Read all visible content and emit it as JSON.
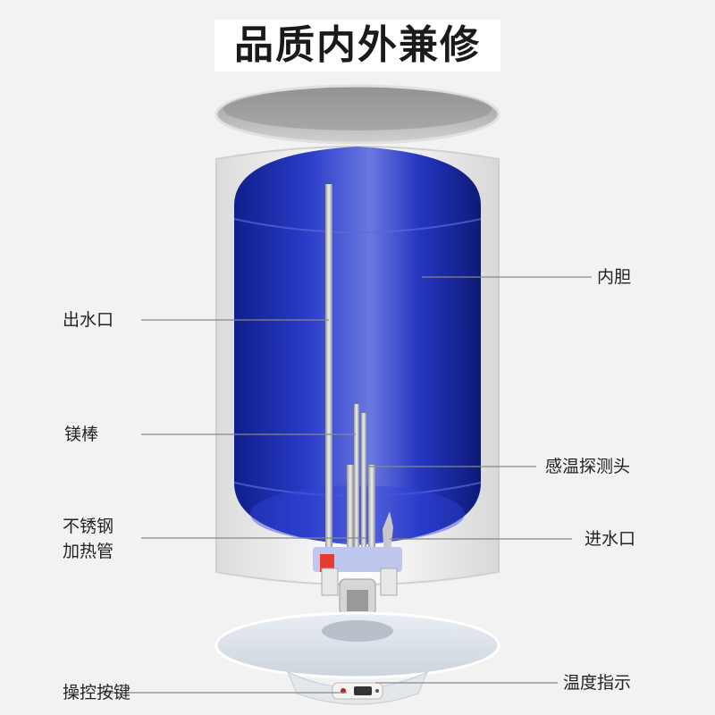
{
  "title": "品质内外兼修",
  "labels": {
    "outlet": "出水口",
    "magnesium_rod": "镁棒",
    "heater_line1": "不锈钢",
    "heater_line2": "加热管",
    "controls": "操控按键",
    "inner_tank": "内胆",
    "temp_probe": "感温探测头",
    "inlet": "进水口",
    "temp_indicator": "温度指示"
  },
  "colors": {
    "tank_blue": "#1a2fb8",
    "shell_white": "#fafafa",
    "leader_line": "#888888"
  }
}
